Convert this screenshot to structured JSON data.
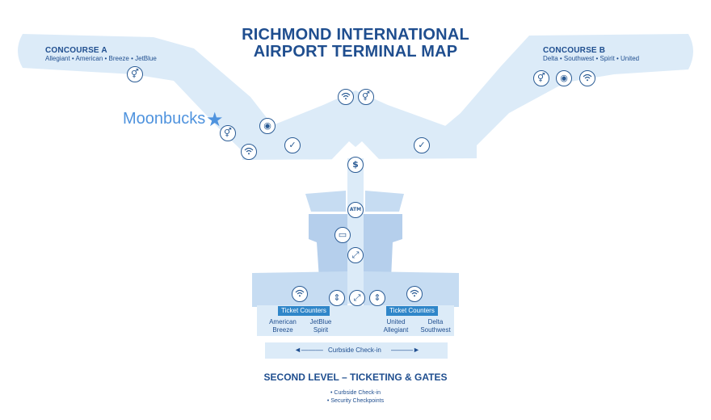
{
  "title": {
    "line1": "RICHMOND INTERNATIONAL",
    "line2": "AIRPORT TERMINAL MAP"
  },
  "concourse_a": {
    "name": "CONCOURSE A",
    "airlines": "Allegiant • American • Breeze • JetBlue"
  },
  "concourse_b": {
    "name": "CONCOURSE B",
    "airlines": "Delta • Southwest • Spirit • United"
  },
  "moonbucks": {
    "label": "Moonbucks",
    "star_glyph": "★"
  },
  "icons": {
    "wifi": "wifi-icon",
    "restroom": "restroom-icon",
    "nursing": "nursing-room-icon",
    "security": "security-checkpoint-icon",
    "currency": "currency-exchange-icon",
    "atm": "atm-icon",
    "computer": "computer-station-icon",
    "escalator": "escalator-icon",
    "elevator": "elevator-icon"
  },
  "glyphs": {
    "currency": "$",
    "atm": "ATM",
    "security": "✓",
    "restroom": "⚥",
    "nursing": "◉",
    "escalator": "⤢",
    "elevator": "⇕",
    "computer": "▭"
  },
  "ticketing": {
    "left": {
      "label": "Ticket Counters",
      "airlines": [
        {
          "top": "American",
          "bottom": "Breeze"
        },
        {
          "top": "JetBlue",
          "bottom": "Spirit"
        }
      ]
    },
    "right": {
      "label": "Ticket Counters",
      "airlines": [
        {
          "top": "United",
          "bottom": "Allegiant"
        },
        {
          "top": "Delta",
          "bottom": "Southwest"
        }
      ]
    }
  },
  "curbside": {
    "label": "Curbside Check-in",
    "arrow_left": "◄———",
    "arrow_right": "———►"
  },
  "level_title": "SECOND LEVEL – TICKETING & GATES",
  "legend": {
    "items": [
      "• Curbside Check-in",
      "• Security Checkpoints"
    ]
  },
  "colors": {
    "floor_light": "#dcebf8",
    "floor_mid": "#c6dcf2",
    "floor_dark": "#b5cfec",
    "text": "#1f4e8f",
    "accent": "#2f86c9",
    "moonbucks": "#4f93de"
  }
}
